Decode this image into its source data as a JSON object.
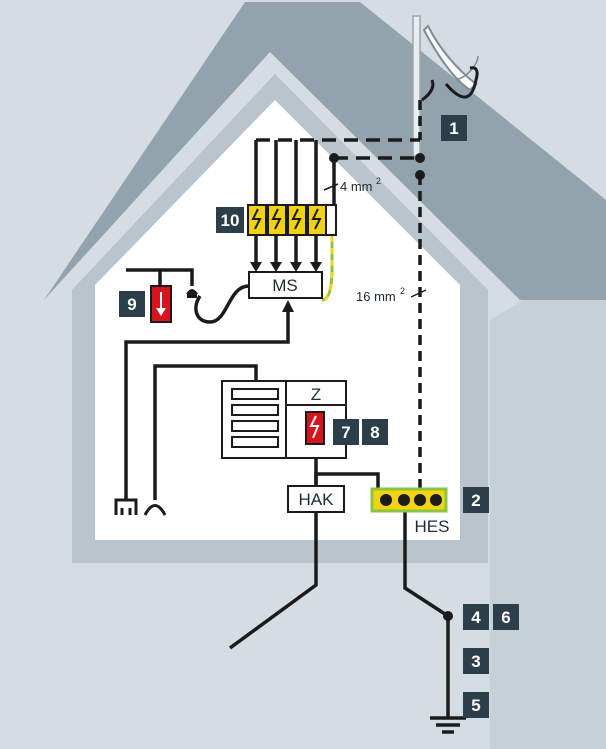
{
  "diagram": {
    "badges": {
      "b1": "1",
      "b2": "2",
      "b3": "3",
      "b4": "4",
      "b5": "5",
      "b6": "6",
      "b7": "7",
      "b8": "8",
      "b9": "9",
      "b10": "10"
    },
    "boxes": {
      "ms": "MS",
      "hak": "HAK",
      "z": "Z",
      "hes": "HES"
    },
    "labels": {
      "conductor_small": "4 mm",
      "conductor_large": "16 mm",
      "exponent": "2"
    },
    "colors": {
      "background": "#d5dde3",
      "house_wall": "#b9c4cc",
      "roof": "#93a3ad",
      "interior": "#ffffff",
      "badge": "#2c3e4a",
      "wire": "#1b1b1b",
      "surge_yellow": "#f2d313",
      "alarm_red": "#d7141b",
      "busbar_green": "#8bc43f"
    }
  }
}
